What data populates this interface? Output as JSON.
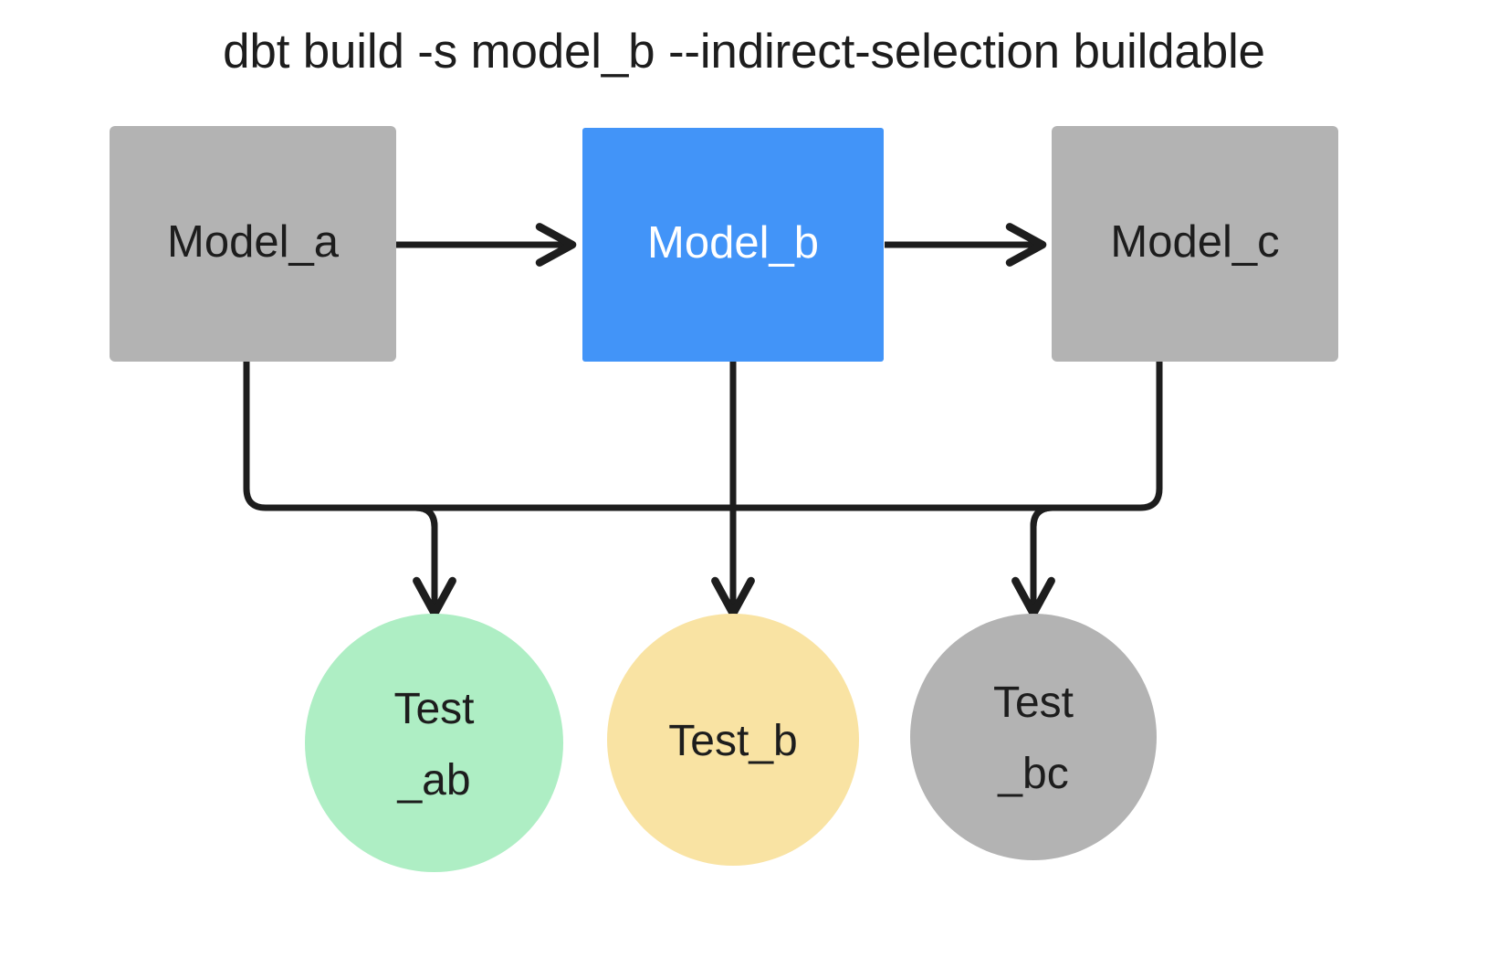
{
  "title": "dbt build -s model_b --indirect-selection buildable",
  "colors": {
    "background": "#ffffff",
    "gray_node": "#b3b3b3",
    "selected_blue": "#4294f8",
    "test_green": "#aeeec4",
    "test_yellow": "#f9e3a3",
    "test_gray": "#b3b3b3",
    "edge_stroke": "#1d1d1d",
    "text_dark": "#1d1d1d",
    "text_light": "#ffffff"
  },
  "models": [
    {
      "id": "model-a",
      "label": "Model_a",
      "fill": "#b3b3b3",
      "text_color": "#1d1d1d",
      "selected": false
    },
    {
      "id": "model-b",
      "label": "Model_b",
      "fill": "#4294f8",
      "text_color": "#ffffff",
      "selected": true
    },
    {
      "id": "model-c",
      "label": "Model_c",
      "fill": "#b3b3b3",
      "text_color": "#1d1d1d",
      "selected": false
    }
  ],
  "tests": [
    {
      "id": "test-ab",
      "label": "Test\n_ab",
      "fill": "#aeeec4",
      "text_color": "#1d1d1d",
      "selected": true
    },
    {
      "id": "test-b",
      "label": "Test_b",
      "fill": "#f9e3a3",
      "text_color": "#1d1d1d",
      "selected": true
    },
    {
      "id": "test-bc",
      "label": "Test\n_bc",
      "fill": "#b3b3b3",
      "text_color": "#1d1d1d",
      "selected": false
    }
  ],
  "edges": [
    {
      "id": "model-a-to-model-b",
      "from": "model-a",
      "to": "model-b",
      "style": "straight-right"
    },
    {
      "id": "model-b-to-model-c",
      "from": "model-b",
      "to": "model-c",
      "style": "straight-right"
    },
    {
      "id": "model-a-to-test-ab",
      "from": "model-a",
      "to": "test-ab",
      "style": "elbow-down"
    },
    {
      "id": "model-b-to-test-ab",
      "from": "model-b",
      "to": "test-ab",
      "style": "elbow-down"
    },
    {
      "id": "model-b-to-test-b",
      "from": "model-b",
      "to": "test-b",
      "style": "straight-down"
    },
    {
      "id": "model-b-to-test-bc",
      "from": "model-b",
      "to": "test-bc",
      "style": "elbow-down"
    },
    {
      "id": "model-c-to-test-bc",
      "from": "model-c",
      "to": "test-bc",
      "style": "elbow-down"
    }
  ]
}
